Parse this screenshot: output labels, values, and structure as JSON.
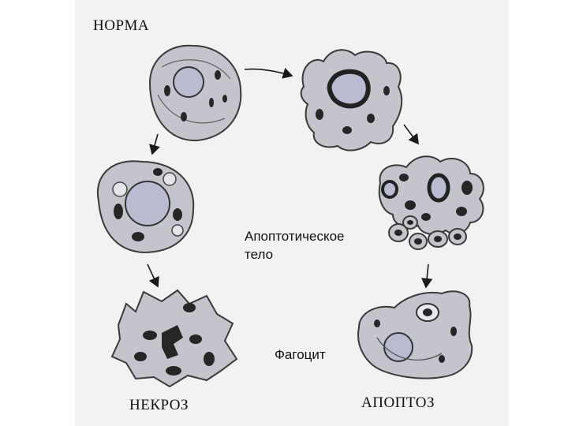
{
  "diagram": {
    "labels": {
      "normal": "НОРМА",
      "necrosis": "НЕКРОЗ",
      "apoptosis": "АПОПТОЗ",
      "apoptotic_body_line1": "Апоптотическое",
      "apoptotic_body_line2": "тело",
      "phagocyte": "Фагоцит"
    },
    "colors": {
      "background": "#ffffff",
      "panel": "#f2f2f2",
      "cytoplasm": "#c4c4cc",
      "membrane": "#3a3a3a",
      "nucleus": "#b9bcd0",
      "chromatin": "#262626",
      "arrow": "#1a1a1a"
    }
  }
}
